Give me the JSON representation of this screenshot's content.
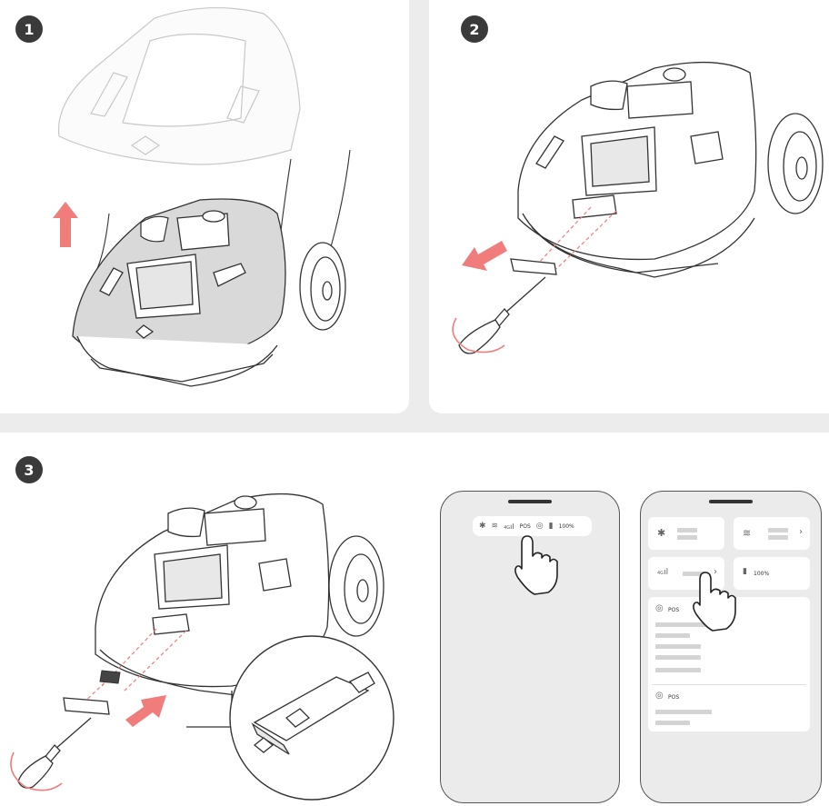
{
  "steps": [
    {
      "number": "1"
    },
    {
      "number": "2"
    },
    {
      "number": "3"
    }
  ],
  "phone_left": {
    "status_bar": {
      "pos_label": "POS",
      "battery_label": "100%",
      "signal_label": "4G"
    }
  },
  "phone_right": {
    "battery_label": "100%",
    "signal_label": "4G",
    "pos_card_label": "POS",
    "pos_card2_label": "POS"
  },
  "colors": {
    "accent_arrow": "#f07c7c",
    "outline": "#333333",
    "badge": "#3a3a3a"
  },
  "icons": [
    "bluetooth-icon",
    "wifi-icon",
    "signal-icon",
    "pos-icon",
    "battery-icon",
    "hand-pointer-icon",
    "arrow-up-icon",
    "arrow-left-icon",
    "screwdriver-icon",
    "rotate-icon",
    "usb-dongle-icon",
    "chevron-right-icon"
  ]
}
